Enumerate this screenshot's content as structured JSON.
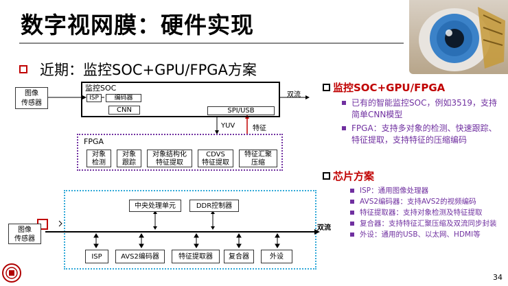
{
  "title": "数字视网膜：硬件实现",
  "subtitle": "近期：监控SOC+GPU/FPGA方案",
  "diagram1": {
    "sensor": "图像\n传感器",
    "soc_label": "监控SOC",
    "isp": "ISP",
    "encoder": "编码器",
    "cnn": "CNN",
    "spi_usb": "SPI/USB",
    "dual_stream": "双流",
    "yuv": "YUV",
    "feature": "特征",
    "fpga_label": "FPGA",
    "fpga_blocks": [
      "对象\n检测",
      "对象\n跟踪",
      "对象结构化\n特征提取",
      "CDVS\n特征提取",
      "特征汇聚\n压缩"
    ]
  },
  "diagram2": {
    "sensor": "图像\n传感器",
    "cpu": "中央处理单元",
    "ddr": "DDR控制器",
    "dual_stream": "双流",
    "blocks": [
      "ISP",
      "AVS2编码器",
      "特征提取器",
      "复合器",
      "外设"
    ]
  },
  "right": {
    "heading1": "监控SOC+GPU/FPGA",
    "items1": [
      "已有的智能监控SOC，例如3519，支持简单CNN模型",
      "FPGA：支持多对象的检测、快速跟踪、特征提取，支持特征的压缩编码"
    ],
    "heading2": "芯片方案",
    "items2": [
      "ISP：通用图像处理器",
      "AVS2编码器：支持AVS2的视频编码",
      "特征提取器：支持对象检测及特征提取",
      "复合器：支持特征汇聚压缩及双流同步封装",
      "外设：通用的USB、以太网、HDMI等"
    ]
  },
  "page_number": "34"
}
